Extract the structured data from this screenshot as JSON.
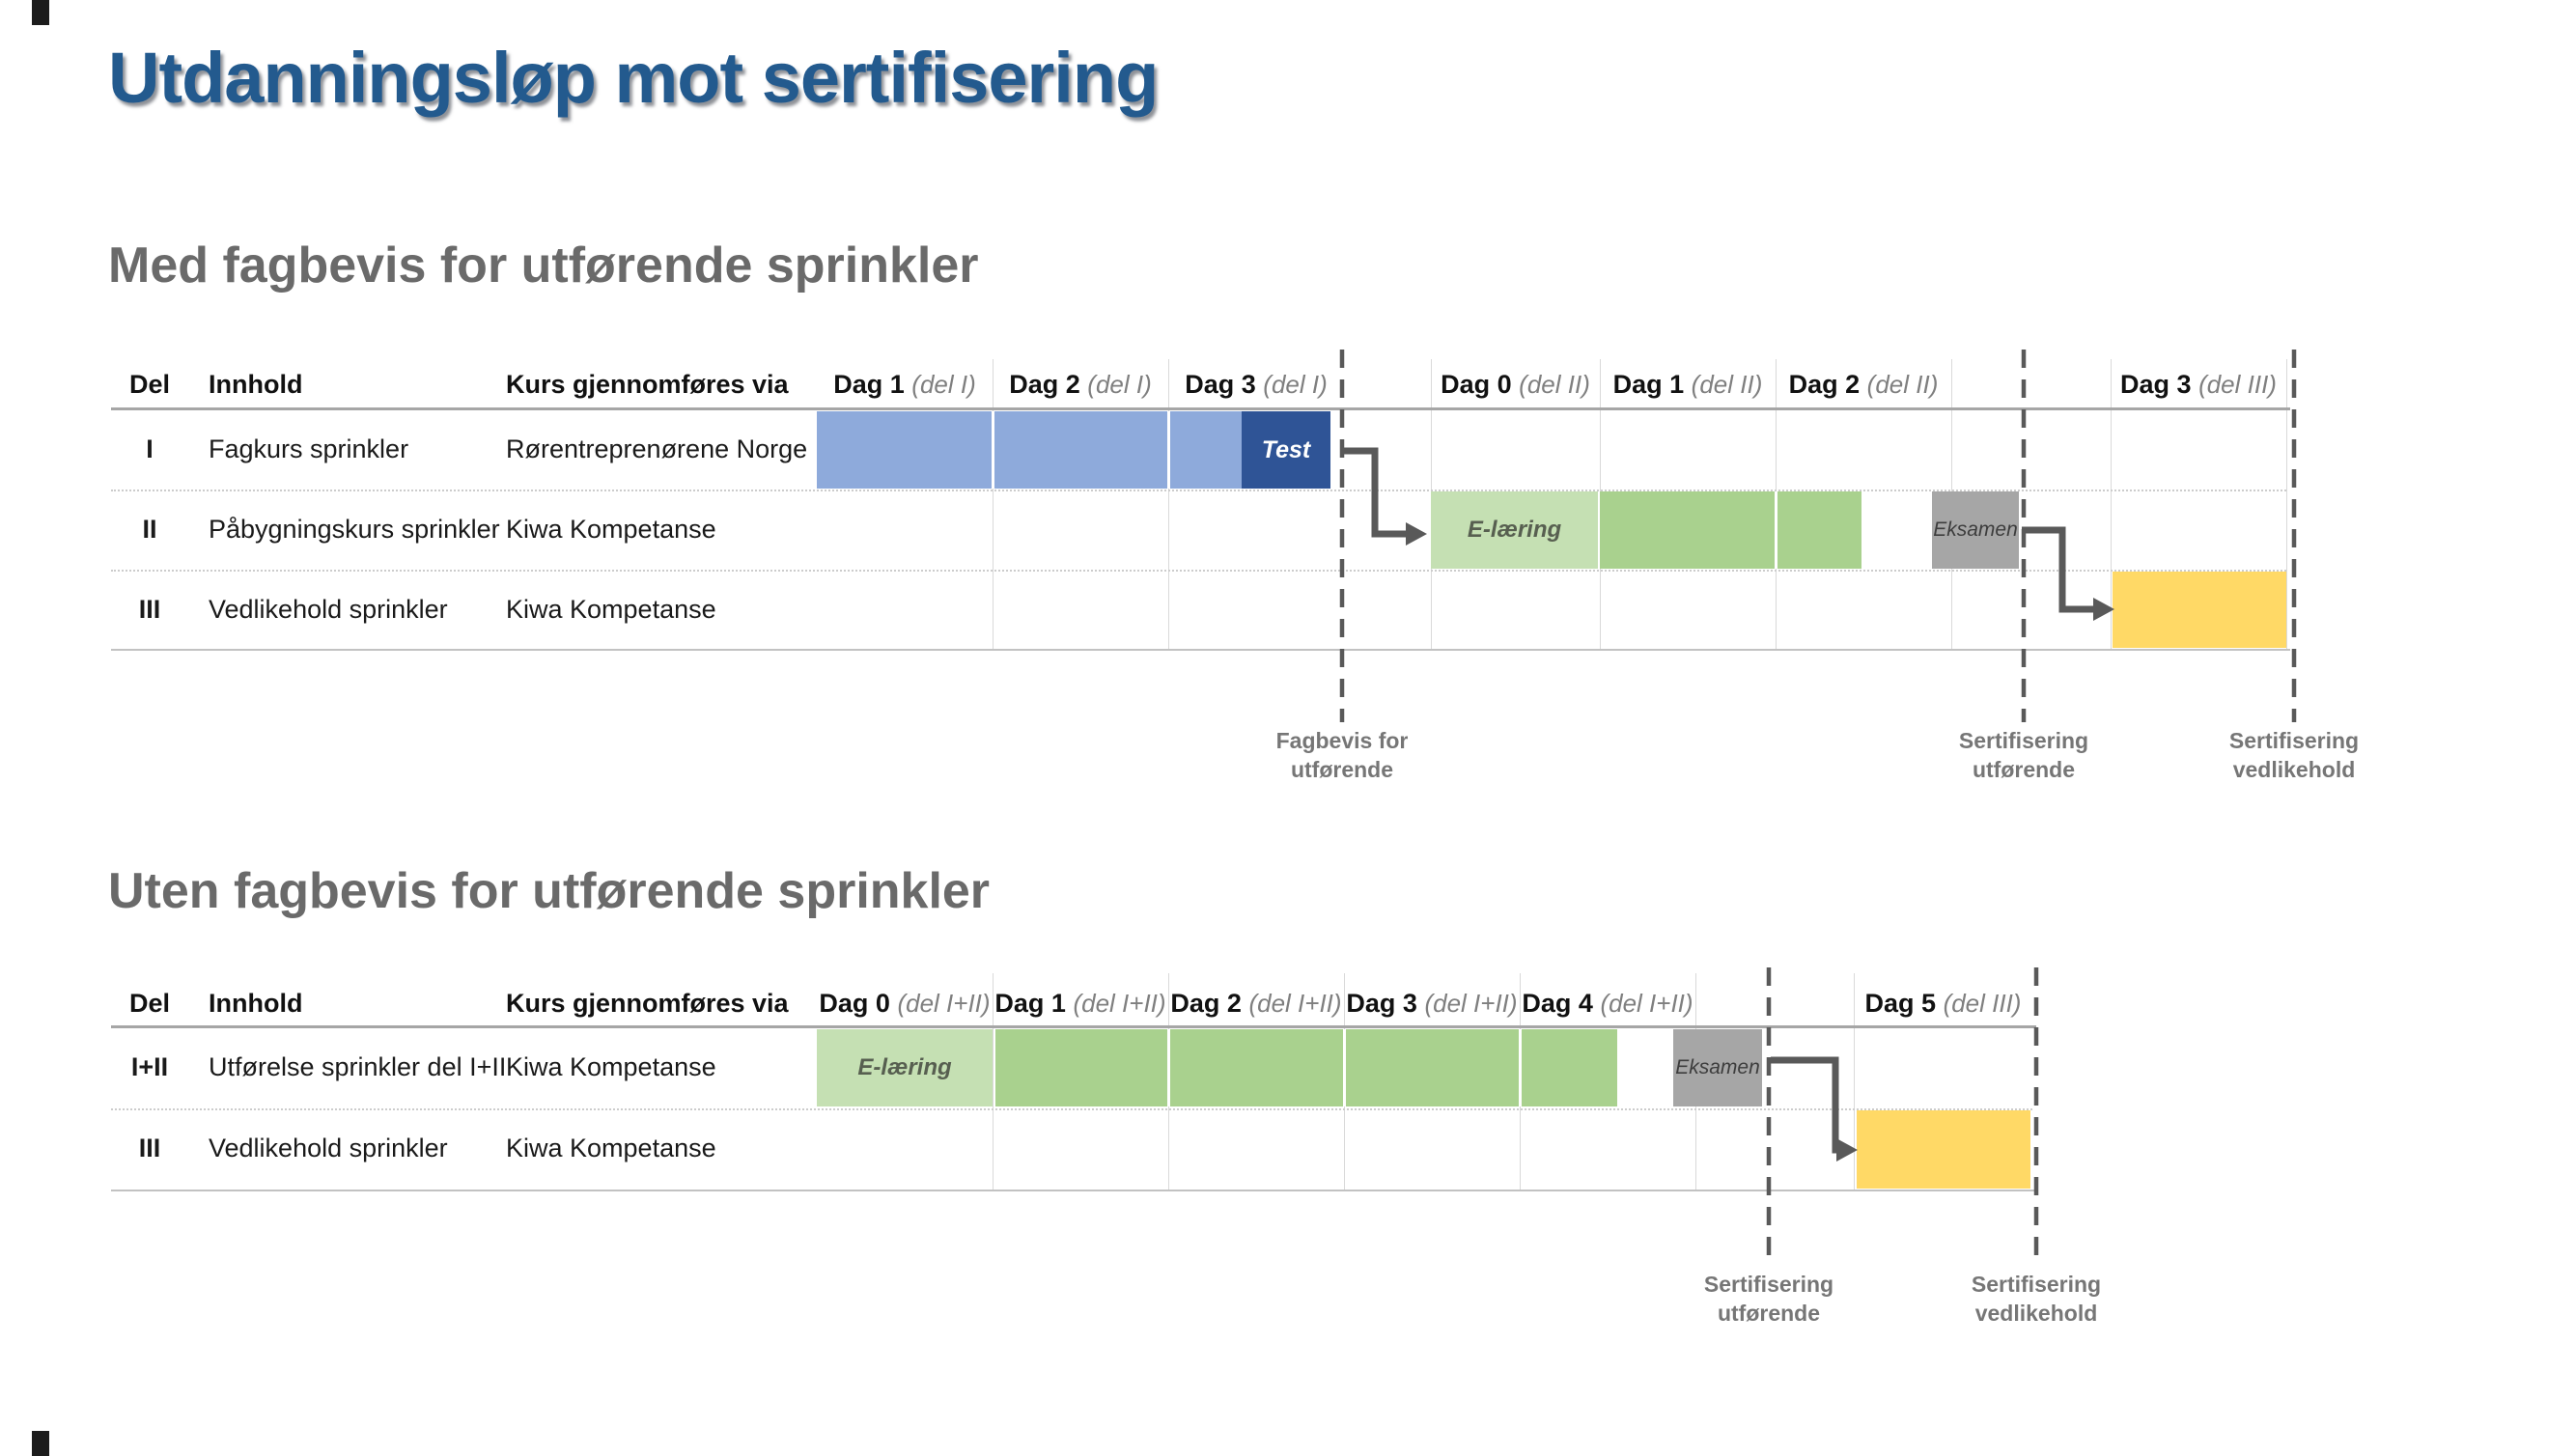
{
  "title": "Utdanningsløp mot sertifisering",
  "colors": {
    "title_blue": "#235a8e",
    "light_blue": "#8EAADB",
    "dark_blue": "#2F5496",
    "light_green": "#C5E0B3",
    "green": "#A9D18E",
    "gray": "#A6A6A6",
    "yellow": "#FFD966",
    "connector_gray": "#595959",
    "label_gray": "#767676"
  },
  "section1": {
    "heading": "Med fagbevis for utførende sprinkler",
    "columns": {
      "del": "Del",
      "innhold": "Innhold",
      "kurs": "Kurs gjennomføres via"
    },
    "days": [
      {
        "label": "Dag 1",
        "part": "(del I)"
      },
      {
        "label": "Dag 2",
        "part": "(del I)"
      },
      {
        "label": "Dag 3",
        "part": "(del I)"
      },
      {
        "label": "Dag 0",
        "part": "(del II)"
      },
      {
        "label": "Dag 1",
        "part": "(del II)"
      },
      {
        "label": "Dag 2",
        "part": "(del II)"
      },
      {
        "label": "Dag 3",
        "part": "(del III)"
      }
    ],
    "rows": [
      {
        "del": "I",
        "innhold": "Fagkurs sprinkler",
        "kurs": "Rørentreprenørene Norge"
      },
      {
        "del": "II",
        "innhold": "Påbygningskurs sprinkler",
        "kurs": "Kiwa Kompetanse"
      },
      {
        "del": "III",
        "innhold": "Vedlikehold sprinkler",
        "kurs": "Kiwa Kompetanse"
      }
    ],
    "bars": [
      {
        "row": "I",
        "label": "",
        "color": "light_blue",
        "span": "Dag 1 – Dag 3 (del I)"
      },
      {
        "row": "I",
        "label": "Test",
        "color": "dark_blue",
        "span": "slutten av Dag 3 (del I)"
      },
      {
        "row": "II",
        "label": "E-læring",
        "color": "light_green",
        "span": "Dag 0 (del II)"
      },
      {
        "row": "II",
        "label": "",
        "color": "green",
        "span": "Dag 1 – Dag 2 (del II)"
      },
      {
        "row": "II",
        "label": "Eksamen",
        "color": "gray",
        "span": "slutten av Dag 2 (del II)"
      },
      {
        "row": "III",
        "label": "",
        "color": "yellow",
        "span": "Dag 3 (del III)"
      }
    ],
    "milestones": [
      {
        "line1": "Fagbevis for",
        "line2": "utførende"
      },
      {
        "line1": "Sertifisering",
        "line2": "utførende"
      },
      {
        "line1": "Sertifisering",
        "line2": "vedlikehold"
      }
    ]
  },
  "section2": {
    "heading": "Uten fagbevis for utførende sprinkler",
    "columns": {
      "del": "Del",
      "innhold": "Innhold",
      "kurs": "Kurs gjennomføres via"
    },
    "days": [
      {
        "label": "Dag 0",
        "part": "(del I+II)"
      },
      {
        "label": "Dag 1",
        "part": "(del I+II)"
      },
      {
        "label": "Dag 2",
        "part": "(del I+II)"
      },
      {
        "label": "Dag 3",
        "part": "(del I+II)"
      },
      {
        "label": "Dag 4",
        "part": "(del I+II)"
      },
      {
        "label": "Dag 5",
        "part": "(del III)"
      }
    ],
    "rows": [
      {
        "del": "I+II",
        "innhold": "Utførelse sprinkler del I+II",
        "kurs": "Kiwa Kompetanse"
      },
      {
        "del": "III",
        "innhold": "Vedlikehold sprinkler",
        "kurs": "Kiwa Kompetanse"
      }
    ],
    "bars": [
      {
        "row": "I+II",
        "label": "E-læring",
        "color": "light_green",
        "span": "Dag 0 (del I+II)"
      },
      {
        "row": "I+II",
        "label": "",
        "color": "green",
        "span": "Dag 1 – Dag 4 (del I+II)"
      },
      {
        "row": "I+II",
        "label": "Eksamen",
        "color": "gray",
        "span": "etter Dag 4 (del I+II)"
      },
      {
        "row": "III",
        "label": "",
        "color": "yellow",
        "span": "Dag 5 (del III)"
      }
    ],
    "milestones": [
      {
        "line1": "Sertifisering",
        "line2": "utførende"
      },
      {
        "line1": "Sertifisering",
        "line2": "vedlikehold"
      }
    ]
  }
}
